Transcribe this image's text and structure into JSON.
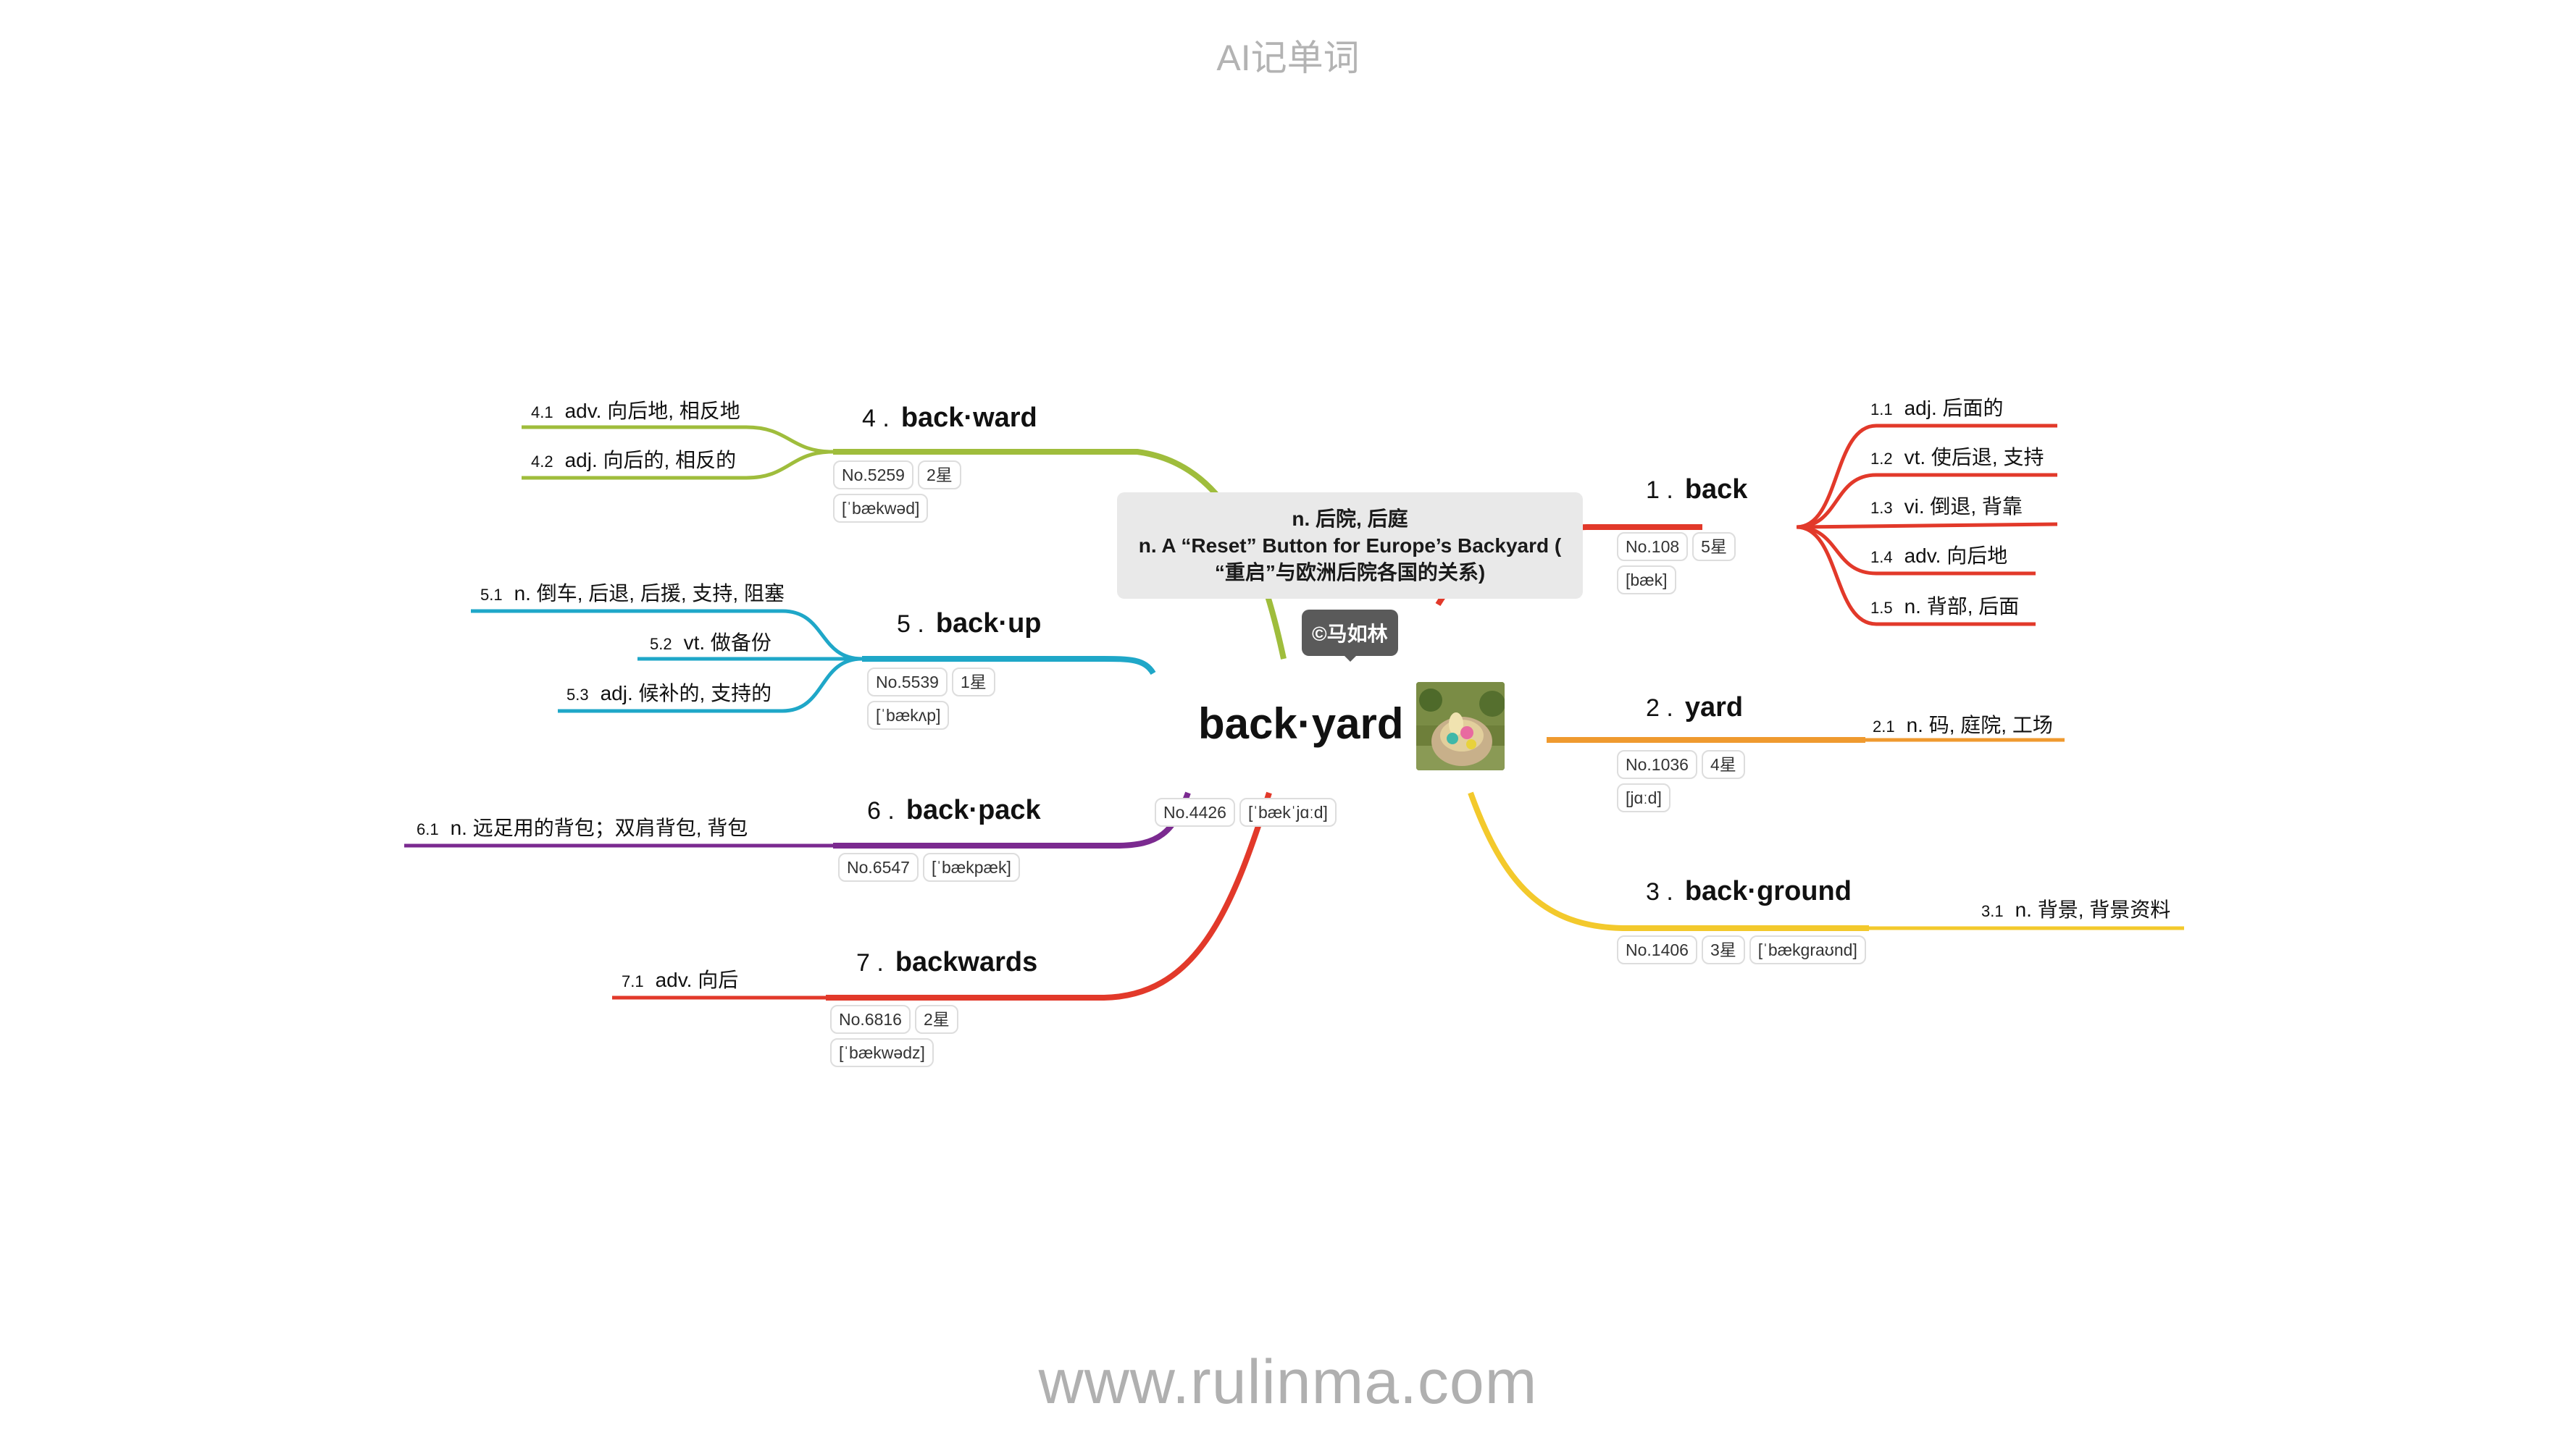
{
  "header": {
    "title": "AI记单词"
  },
  "footer": {
    "url": "www.rulinma.com"
  },
  "center": {
    "word": "back·yard",
    "tooltip": {
      "line1": "n. 后院, 后庭",
      "line2": "n. A “Reset” Button for Europe’s Backyard (",
      "line3": "“重启”与欧洲后院各国的关系)"
    },
    "author": "©马如林",
    "tags": [
      "No.4426",
      "[ˈbækˈjɑːd]"
    ]
  },
  "branches": [
    {
      "num": "1 .",
      "word": "back",
      "color": "#e2392a",
      "tags": [
        "No.108",
        "5星",
        "[bæk]"
      ],
      "meanings": [
        {
          "idx": "1.1",
          "text": "adj. 后面的"
        },
        {
          "idx": "1.2",
          "text": "vt. 使后退, 支持"
        },
        {
          "idx": "1.3",
          "text": "vi. 倒退, 背靠"
        },
        {
          "idx": "1.4",
          "text": "adv. 向后地"
        },
        {
          "idx": "1.5",
          "text": "n. 背部, 后面"
        }
      ]
    },
    {
      "num": "2 .",
      "word": "yard",
      "color": "#ef9a2f",
      "tags": [
        "No.1036",
        "4星",
        "[jɑːd]"
      ],
      "meanings": [
        {
          "idx": "2.1",
          "text": "n. 码, 庭院, 工场"
        }
      ]
    },
    {
      "num": "3 .",
      "word": "back·ground",
      "color": "#f3c92c",
      "tags": [
        "No.1406",
        "3星",
        "[ˈbækɡraʊnd]"
      ],
      "meanings": [
        {
          "idx": "3.1",
          "text": "n. 背景, 背景资料"
        }
      ]
    },
    {
      "num": "4 .",
      "word": "back·ward",
      "color": "#9fbd3c",
      "tags": [
        "No.5259",
        "2星",
        "[ˈbækwəd]"
      ],
      "meanings": [
        {
          "idx": "4.1",
          "text": "adv. 向后地, 相反地"
        },
        {
          "idx": "4.2",
          "text": "adj. 向后的, 相反的"
        }
      ]
    },
    {
      "num": "5 .",
      "word": "back·up",
      "color": "#1fa7c8",
      "tags": [
        "No.5539",
        "1星",
        "[ˈbækʌp]"
      ],
      "meanings": [
        {
          "idx": "5.1",
          "text": "n. 倒车, 后退, 后援, 支持, 阻塞"
        },
        {
          "idx": "5.2",
          "text": "vt. 做备份"
        },
        {
          "idx": "5.3",
          "text": "adj. 候补的, 支持的"
        }
      ]
    },
    {
      "num": "6 .",
      "word": "back·pack",
      "color": "#7b2a90",
      "tags": [
        "No.6547",
        "[ˈbækpæk]"
      ],
      "meanings": [
        {
          "idx": "6.1",
          "text": "n. 远足用的背包；双肩背包, 背包"
        }
      ]
    },
    {
      "num": "7 .",
      "word": "backwards",
      "color": "#e2392a",
      "tags": [
        "No.6816",
        "2星",
        "[ˈbækwədz]"
      ],
      "meanings": [
        {
          "idx": "7.1",
          "text": "adv. 向后"
        }
      ]
    }
  ]
}
